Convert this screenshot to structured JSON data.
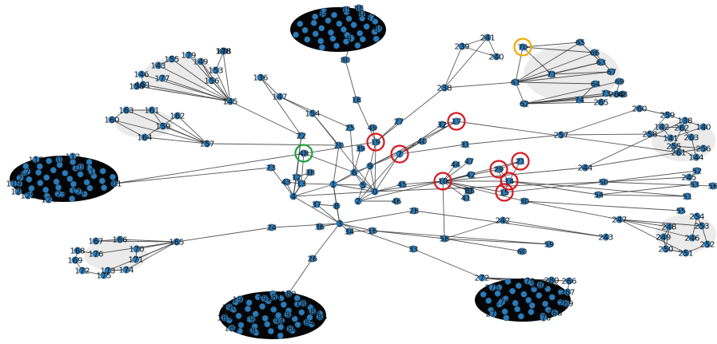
{
  "colors": {
    "node": "#2b7bba",
    "edge": "#333333",
    "highlight_red": "#d71920",
    "highlight_green": "#1aa33a",
    "highlight_yellow": "#f2a900"
  },
  "highlighted": {
    "red": [
      "19",
      "7",
      "17",
      "10",
      "29",
      "21",
      "14",
      "15"
    ],
    "green": [
      "48"
    ],
    "yellow": [
      "70"
    ]
  },
  "labels": {
    "n0": "0",
    "n1": "1",
    "n2": "2",
    "n3": "3",
    "n4": "4",
    "n5": "5",
    "n6": "6",
    "n7": "7",
    "n8": "8",
    "n9": "9",
    "n10": "10",
    "n11": "11",
    "n12": "12",
    "n13": "13",
    "n14": "14",
    "n15": "15",
    "n16": "16",
    "n17": "17",
    "n18": "18",
    "n19": "19",
    "n20": "20",
    "n21": "21",
    "n22": "22",
    "n23": "23",
    "n24": "24",
    "n25": "25",
    "n26": "26",
    "n27": "27",
    "n28": "28",
    "n29": "29",
    "n30": "30",
    "n31": "31",
    "n32": "32",
    "n33": "33",
    "n34": "34",
    "n35": "35",
    "n36": "36",
    "n37": "37",
    "n38": "38",
    "n39": "39",
    "n40": "40",
    "n41": "41",
    "n42": "42",
    "n43": "43",
    "n44": "44",
    "n45": "45",
    "n46": "46",
    "n47": "47",
    "n48": "48",
    "n49": "49",
    "n50": "50",
    "n51": "51",
    "n52": "52",
    "n53": "53",
    "n54": "54",
    "n55": "55",
    "n56": "56",
    "n58": "58",
    "n59": "59",
    "n60": "60",
    "n61": "61",
    "n62": "62",
    "n63": "63",
    "n64": "64",
    "n65": "65",
    "n66": "66",
    "n67": "67",
    "n68": "68",
    "n69": "69",
    "n70": "70",
    "n71": "71",
    "n73": "73",
    "n74": "74",
    "n80": "80",
    "n84": "84",
    "n85": "85",
    "n86": "86",
    "n87": "87",
    "n88": "88",
    "n89": "89",
    "n91": "91",
    "n101": "101",
    "n103": "103",
    "n106": "106",
    "n110": "110",
    "n112": "112",
    "n115": "115",
    "n119": "119",
    "n120": "120",
    "n121": "121",
    "n123": "123",
    "n124": "124",
    "n125": "125",
    "n126": "126",
    "n127": "127",
    "n136": "136",
    "n138": "138",
    "n140": "140",
    "n141": "141",
    "n142": "142",
    "n143": "143",
    "n144": "144",
    "n145": "145",
    "n146": "146",
    "n147": "147",
    "n148": "148",
    "n149": "149",
    "n151": "151",
    "n153": "153",
    "n154": "154",
    "n155": "155",
    "n156": "156",
    "n157": "157",
    "n158": "158",
    "n159": "159",
    "n160": "160",
    "n161": "161",
    "n162": "162",
    "n163": "163",
    "n164": "164",
    "n165": "165",
    "n166": "166",
    "n167": "167",
    "n168": "168",
    "n169": "169",
    "n170": "170",
    "n171": "171",
    "n172": "172",
    "n173": "173",
    "n174": "174",
    "n175": "175",
    "n176": "176",
    "n177": "177",
    "n178": "178",
    "n179": "179",
    "n180": "180",
    "n181": "181",
    "n182": "182",
    "n183": "183",
    "n184": "184",
    "n185": "185",
    "n186": "186",
    "n187": "187",
    "n188": "188",
    "n189": "189",
    "n190": "190",
    "n191": "191",
    "n192": "192",
    "n193": "193",
    "n194": "194",
    "n195": "195",
    "n238": "238",
    "n239": "239",
    "n240": "240",
    "n241": "241",
    "n242": "242",
    "n243": "243",
    "n244": "244",
    "n245": "245",
    "n246": "246",
    "n247": "247",
    "n248": "248",
    "n249": "249",
    "n250": "250",
    "n251": "251",
    "n252": "252",
    "n253": "253",
    "n254": "254",
    "n255": "255",
    "n256": "256",
    "n257": "257",
    "n258": "258",
    "n259": "259",
    "n260": "260",
    "n261": "261",
    "n262": "262",
    "n263": "263",
    "n264": "264",
    "n265": "265",
    "n266": "266",
    "n267": "267",
    "n268": "268",
    "n269": "269",
    "n270": "270",
    "n272": "272",
    "n275": "275",
    "n276": "276",
    "n277": "277",
    "n279": "279",
    "n280": "280",
    "n281": "281"
  }
}
